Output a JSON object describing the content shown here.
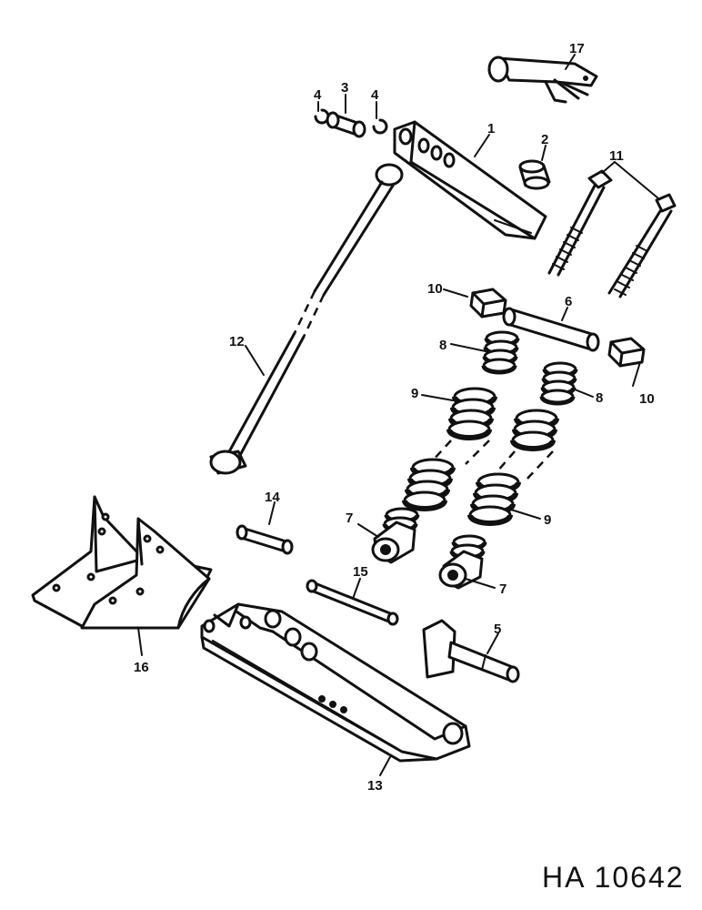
{
  "labels": {
    "p1": "1",
    "p2": "2",
    "p3": "3",
    "p4a": "4",
    "p4b": "4",
    "p5": "5",
    "p6": "6",
    "p7a": "7",
    "p7b": "7",
    "p8a": "8",
    "p8b": "8",
    "p9a": "9",
    "p9b": "9",
    "p10a": "10",
    "p10b": "10",
    "p11": "11",
    "p12": "12",
    "p13": "13",
    "p14": "14",
    "p15": "15",
    "p16": "16",
    "p17": "17"
  },
  "reference_code": "HA 10642"
}
